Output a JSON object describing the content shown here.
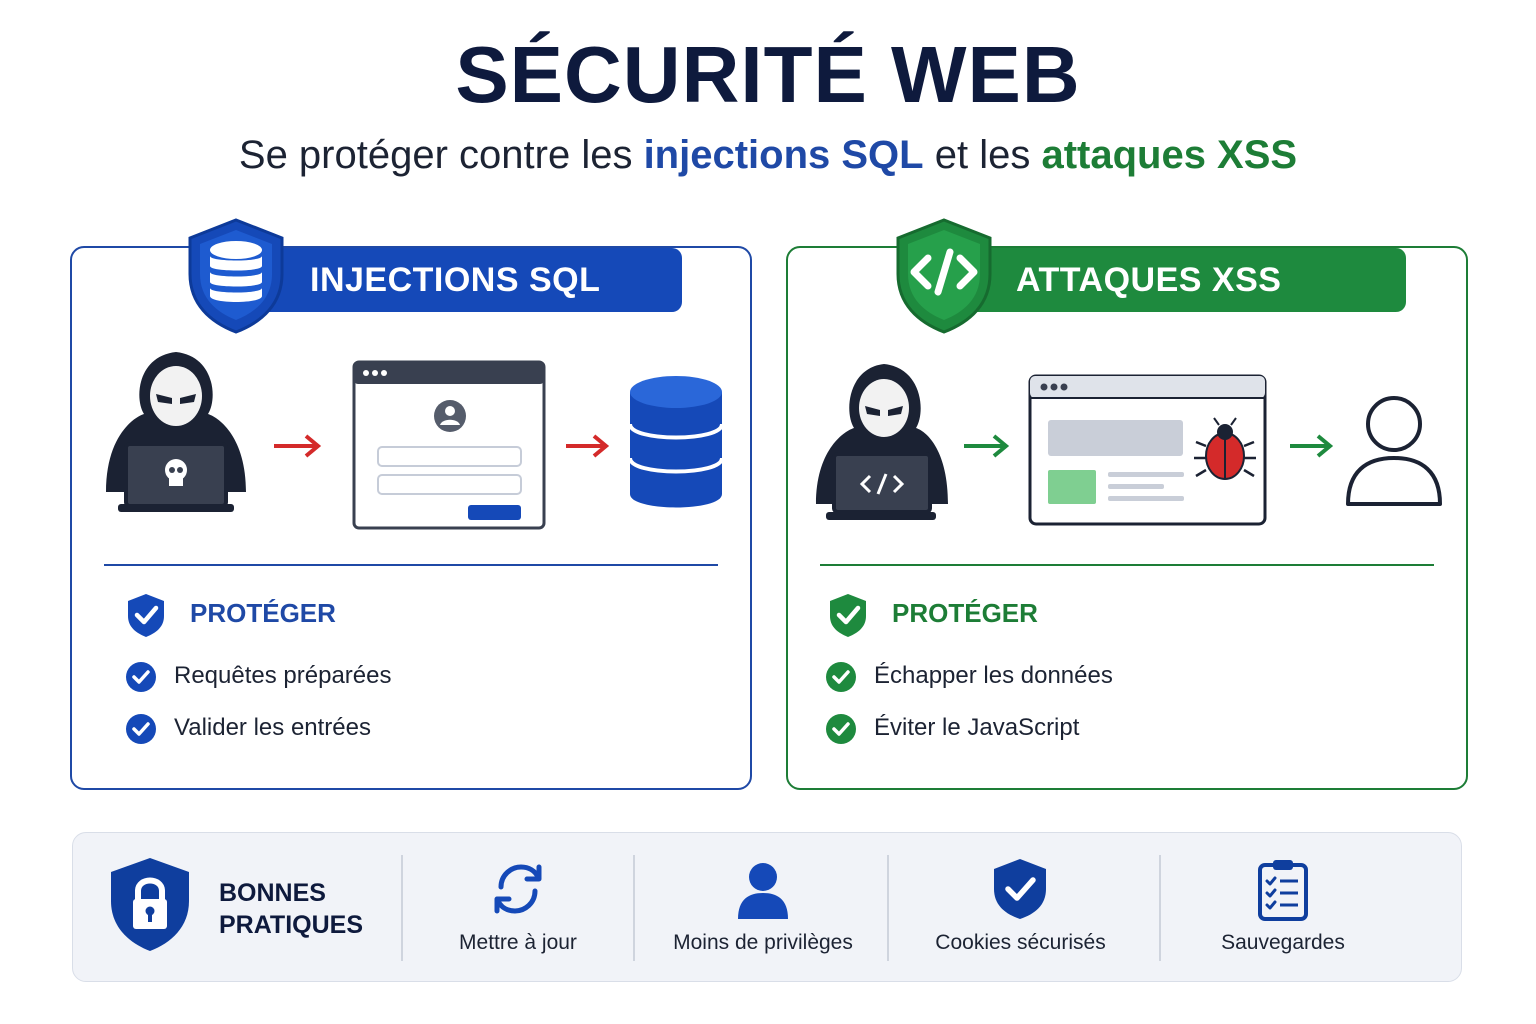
{
  "header": {
    "title": "SÉCURITÉ WEB",
    "subtitle_prefix": "Se protéger contre les ",
    "subtitle_sql": "injections SQL",
    "subtitle_middle": " et les ",
    "subtitle_xss": "attaques XSS"
  },
  "colors": {
    "blue": "#1549b8",
    "green": "#1e8a3e",
    "navy": "#0e1a3d",
    "red_arrow": "#d42a2a"
  },
  "sql_panel": {
    "title": "INJECTIONS SQL",
    "badge_icon": "database-icon",
    "protect_label": "PROTÉGER",
    "items": [
      "Requêtes préparées",
      "Valider les entrées"
    ]
  },
  "xss_panel": {
    "title": "ATTAQUES XSS",
    "badge_icon": "code-icon",
    "protect_label": "PROTÉGER",
    "items": [
      "Échapper les données",
      "Éviter le JavaScript"
    ]
  },
  "best_practices": {
    "title_line1": "BONNES",
    "title_line2": "PRATIQUES",
    "items": [
      {
        "label": "Mettre à jour",
        "icon": "refresh-icon"
      },
      {
        "label": "Moins de privilèges",
        "icon": "user-icon"
      },
      {
        "label": "Cookies sécurisés",
        "icon": "shield-check-icon"
      },
      {
        "label": "Sauvegardes",
        "icon": "clipboard-icon"
      }
    ]
  }
}
